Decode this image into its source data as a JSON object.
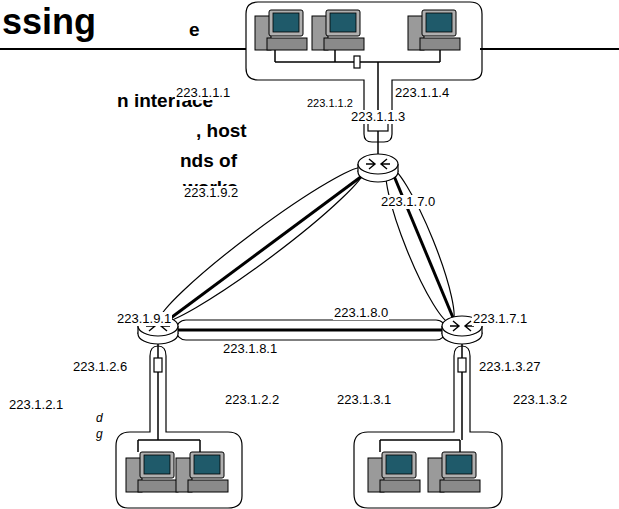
{
  "diagram": {
    "title": "ssing",
    "labels": [
      "e",
      "n interface",
      ", host",
      "nds of",
      "works",
      "223.1.1.1",
      "223.1.1.2",
      "223.1.1.4",
      "223.1.1.3",
      "223.1.9.2",
      "223.1.7.0",
      "223.1.9.1",
      "223.1.7.1",
      "223.1.8.0",
      "223.1.8.1",
      "223.1.2.6",
      "223.1.3.27",
      "223.1.2.1",
      "223.1.2.2",
      "223.1.3.1",
      "223.1.3.2",
      "d",
      "g"
    ]
  }
}
